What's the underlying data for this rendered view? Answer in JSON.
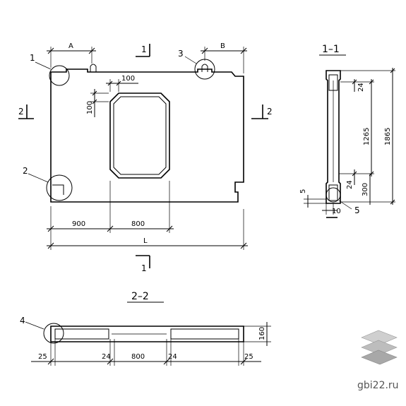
{
  "plan": {
    "dim_a": "A",
    "dim_b": "B",
    "dim_100_top": "100",
    "dim_100_side": "100",
    "dim_900": "900",
    "dim_800": "800",
    "dim_l": "L",
    "callout_1": "1",
    "callout_2": "2",
    "callout_3": "3",
    "cut_1_top": "1",
    "cut_1_bottom": "1",
    "cut_2_left": "2",
    "cut_2_right": "2"
  },
  "section_1_1": {
    "title": "1–1",
    "dim_24_top": "24",
    "dim_1265": "1265",
    "dim_1865": "1865",
    "dim_24_bottom": "24",
    "dim_300": "300",
    "dim_5": "5",
    "dim_10": "10",
    "callout_5": "5"
  },
  "section_2_2": {
    "title": "2–2",
    "callout_4": "4",
    "dim_160": "160",
    "dim_25_left": "25",
    "dim_24": "24",
    "dim_800": "800",
    "dim_24_right": "24",
    "dim_25_right": "25"
  },
  "watermark": {
    "site": "gbi22.ru"
  },
  "colors": {
    "line": "#000000",
    "background": "#ffffff"
  }
}
